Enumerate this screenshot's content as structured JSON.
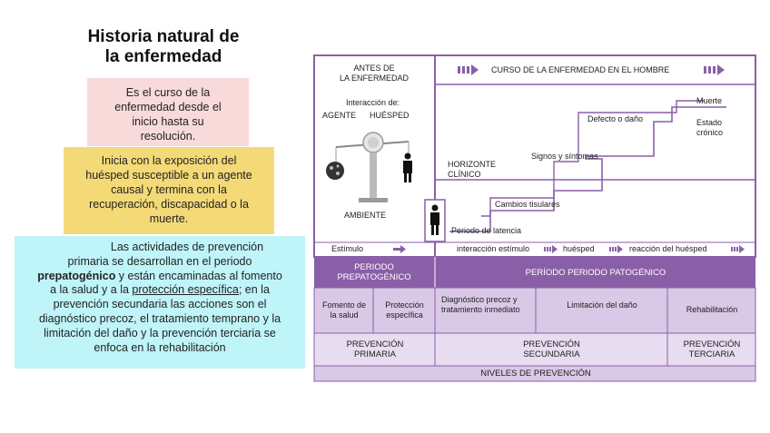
{
  "title": {
    "line1": "Historia natural de",
    "line2": "la enfermedad"
  },
  "definition": {
    "lines": [
      "Es el curso de la",
      "enfermedad desde el",
      "inicio hasta su",
      "resolución."
    ]
  },
  "scope": {
    "lines": [
      "Inicia con la exposición del",
      "huésped susceptible a un agente",
      "causal y termina con la",
      "recuperación, discapacidad o la",
      "muerte."
    ]
  },
  "prevention_note": {
    "l1": "Las actividades de prevención",
    "l2": "primaria se desarrollan en el periodo",
    "l3_bold": "prepatogénico",
    "l3_rest": " y están encaminadas al fomento",
    "l4_pre": "a la salud y a la ",
    "l4_underline": "protección específica",
    "l4_post": "; en la",
    "l5": "prevención secundaria las acciones son el",
    "l6": "diagnóstico precoz, el tratamiento temprano y la",
    "l7": "limitación del daño y la prevención terciaria se",
    "l8": "enfoca en la rehabilitación"
  },
  "diagram": {
    "before_disease": [
      "ANTES DE",
      "LA ENFERMEDAD"
    ],
    "course_header": "CURSO DE LA ENFERMEDAD EN EL HOMBRE",
    "interaction": "Interacción de:",
    "agent": "AGENTE",
    "host": "HUÉSPED",
    "environment": "AMBIENTE",
    "stimulus": "Estímulo",
    "clinical_horizon": [
      "HORIZONTE",
      "CLÍNICO"
    ],
    "stages": {
      "death": "Muerte",
      "chronic": [
        "Estado",
        "crónico"
      ],
      "defect": "Defecto o daño",
      "signs": "Signos y síntomas",
      "tissue": "Cambios tisulares",
      "latency": "Periodo de latencia"
    },
    "interaction_row": {
      "a": "interacción estímulo",
      "b": "huésped",
      "c": "reacción del huésped"
    },
    "periods": {
      "prepathogenic": [
        "PERIODO",
        "PREPATOGÉNICO"
      ],
      "pathogenic": "PERÍODO PERIODO PATOGÉNICO"
    },
    "actions": {
      "health_promotion": [
        "Fomento de",
        "la salud"
      ],
      "specific_protection": [
        "Protección",
        "específica"
      ],
      "early_diagnosis": [
        "Diagnóstico precoz y",
        "tratamiento inmediato"
      ],
      "damage_limitation": "Limitación del daño",
      "rehabilitation": "Rehabilitación"
    },
    "prevention_levels": {
      "primary": [
        "PREVENCIÓN",
        "PRIMARIA"
      ],
      "secondary": [
        "PREVENCIÓN",
        "SECUNDARIA"
      ],
      "tertiary": [
        "PREVENCIÓN",
        "TERCIARIA"
      ]
    },
    "footer": "NIVELES DE PREVENCIÓN"
  },
  "colors": {
    "purple": "#8a5fa8",
    "lavender": "#d9c8e6",
    "pink_box": "#f8dada",
    "yellow_box": "#f4d977",
    "cyan_box": "#bff4f8"
  }
}
